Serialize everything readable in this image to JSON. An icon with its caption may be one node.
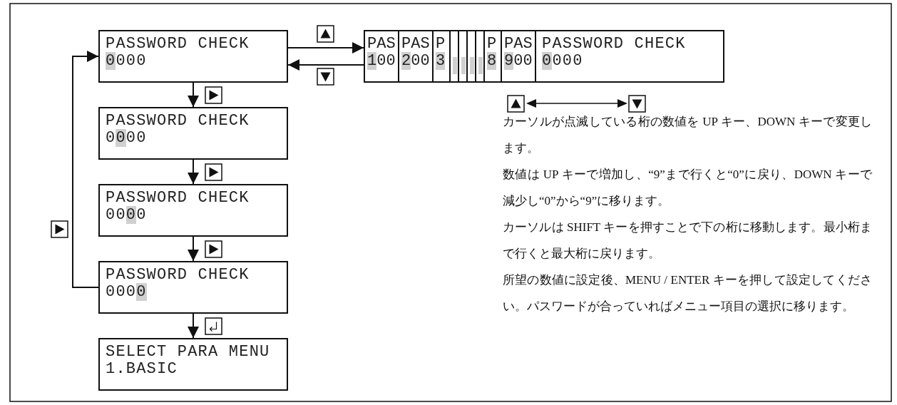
{
  "diagram": {
    "nodes": [
      {
        "text": [
          "PASSWORD CHECK",
          "0000"
        ]
      },
      {
        "text": [
          "PASSWORD CHECK",
          "0000"
        ]
      },
      {
        "text": [
          "PASSWORD CHECK",
          "0000"
        ]
      },
      {
        "text": [
          "PASSWORD CHECK",
          "0000"
        ]
      },
      {
        "text": [
          "SELECT PARA MENU",
          "1.BASIC"
        ]
      },
      {
        "text": [
          "PAS",
          "100"
        ]
      },
      {
        "text": [
          "PAS",
          "200"
        ]
      },
      {
        "text": [
          "P",
          "3"
        ]
      },
      {
        "text": [],
        "shape": "box"
      },
      {
        "text": [],
        "shape": "box"
      },
      {
        "text": [],
        "shape": "box"
      },
      {
        "text": [],
        "shape": "box"
      },
      {
        "text": [
          "P",
          "8"
        ]
      },
      {
        "text": [
          "PAS",
          "900"
        ]
      },
      {
        "text": [
          "PASSWORD CHECK",
          "0000"
        ]
      }
    ],
    "edges": [
      {
        "from": 0,
        "to": 1,
        "arrow": "to"
      },
      {
        "from": 1,
        "to": 2,
        "arrow": "to"
      },
      {
        "from": 2,
        "to": 3,
        "arrow": "to"
      },
      {
        "from": 3,
        "to": 4,
        "arrow": "to"
      },
      {
        "from": 3,
        "to": 0,
        "arrow": "to"
      },
      {
        "from": 0,
        "to": 5,
        "arrow": "to"
      },
      {
        "from": 5,
        "to": 0,
        "arrow": "to"
      }
    ],
    "labels": [
      "カーソルが点滅している桁の数値を UP キー、DOWN キーで変更します。",
      "数値は UP キーで増加し、“9”まで行くと“0”に戻り、DOWN キーで減少し“0”から“9”に移ります。",
      "カーソルは SHIFT キーを押すことで下の桁に移動します。最小桁まで行くと最大桁に戻ります。",
      "所望の数値に設定後、MENU / ENTER キーを押して設定してください。パスワードが合っていればメニュー項目の選択に移ります。"
    ]
  }
}
